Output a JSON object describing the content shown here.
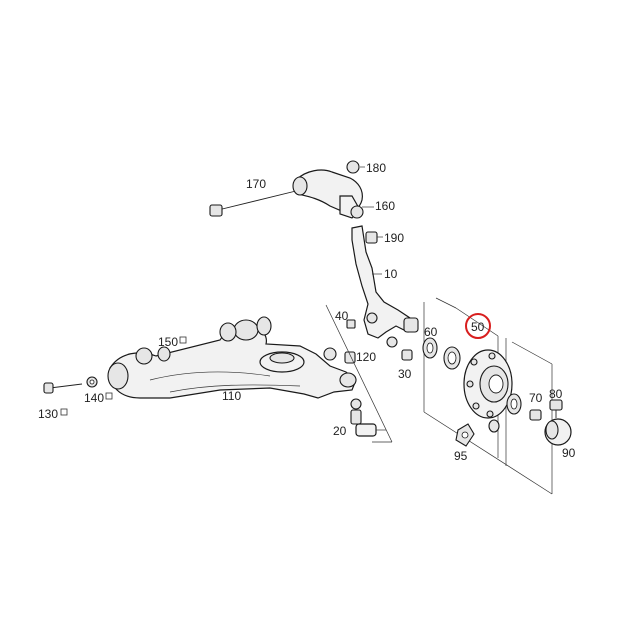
{
  "diagram": {
    "labels": {
      "p10": "10",
      "p20": "20",
      "p30": "30",
      "p40": "40",
      "p50": "50",
      "p60": "60",
      "p70": "70",
      "p80": "80",
      "p90": "90",
      "p95": "95",
      "p110": "110",
      "p120": "120",
      "p130": "130",
      "p140": "140",
      "p150": "150",
      "p160": "160",
      "p170": "170",
      "p180": "180",
      "p190": "190"
    },
    "highlight": {
      "part": "50",
      "color": "#d81e1e"
    }
  }
}
